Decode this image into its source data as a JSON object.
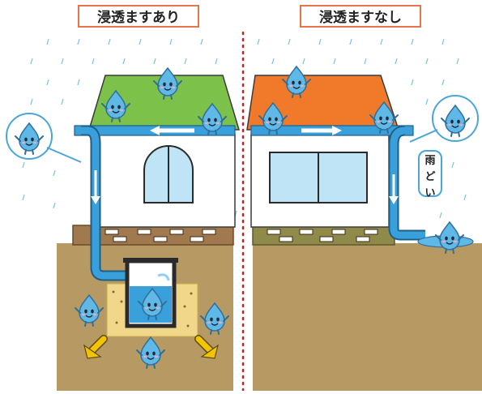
{
  "panels": {
    "left": {
      "title": "浸透ますあり"
    },
    "right": {
      "title": "浸透ますなし"
    }
  },
  "callout": {
    "line1": "雨",
    "line2": "ど",
    "line3": "い"
  },
  "colors": {
    "roof_left": "#7cc14a",
    "roof_right": "#f07a2a",
    "gutter": "#3aa0dc",
    "soil": "#b79a63",
    "title_border": "#e8734a",
    "arrow": "#f5c400"
  }
}
